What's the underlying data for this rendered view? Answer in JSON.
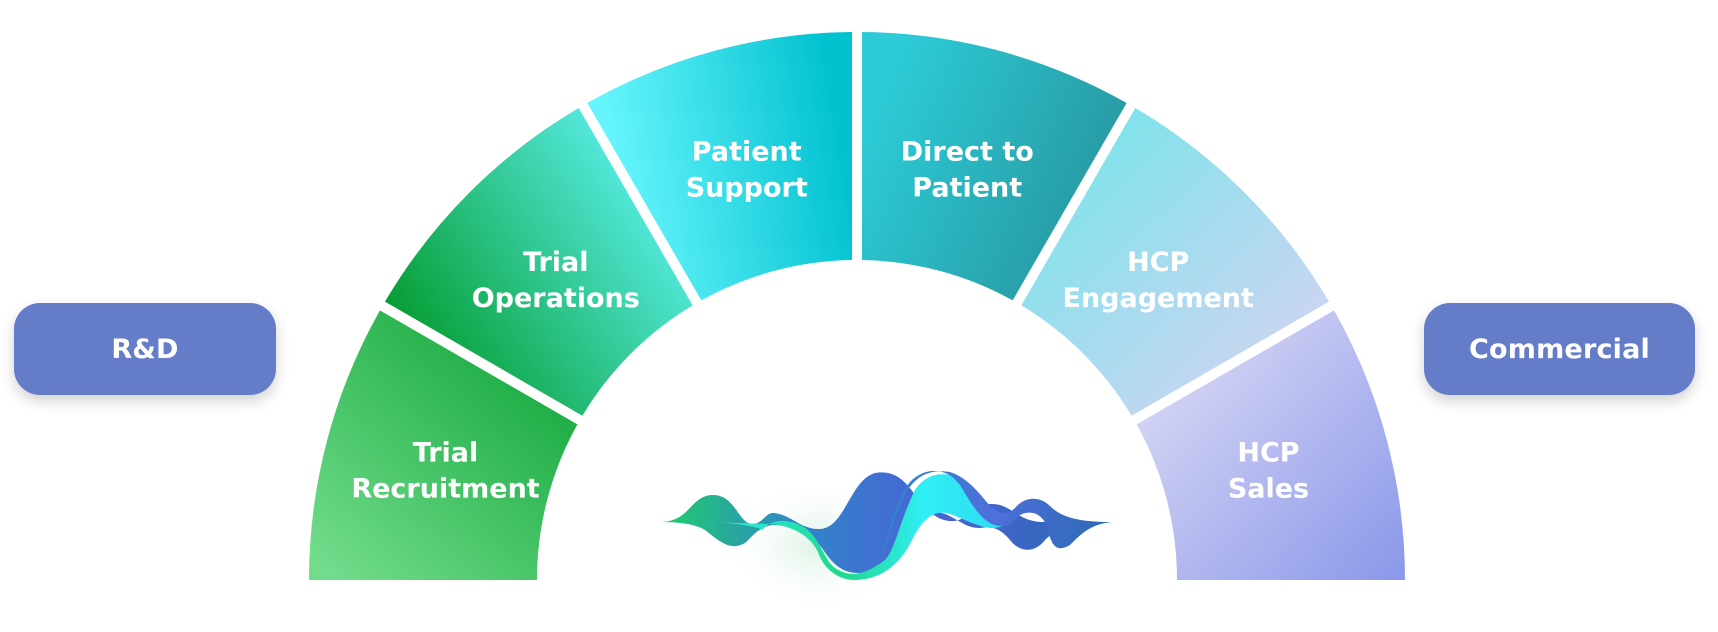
{
  "left_pill": {
    "label": "R&D"
  },
  "right_pill": {
    "label": "Commercial"
  },
  "segments": [
    {
      "id": "trial-recruitment",
      "lines": [
        "Trial",
        "Recruitment"
      ],
      "colors": [
        "#72dc8c",
        "#12a63a"
      ]
    },
    {
      "id": "trial-operations",
      "lines": [
        "Trial",
        "Operations"
      ],
      "colors": [
        "#049b2e",
        "#62f7fc"
      ]
    },
    {
      "id": "patient-support",
      "lines": [
        "Patient",
        "Support"
      ],
      "colors": [
        "#66f5fc",
        "#02c2d0"
      ]
    },
    {
      "id": "direct-to-patient",
      "lines": [
        "Direct to",
        "Patient"
      ],
      "colors": [
        "#2ccbd6",
        "#27959e"
      ]
    },
    {
      "id": "hcp-engagement",
      "lines": [
        "HCP",
        "Engagement"
      ],
      "colors": [
        "#78e4ea",
        "#d6d3f2"
      ]
    },
    {
      "id": "hcp-sales",
      "lines": [
        "HCP",
        "Sales"
      ],
      "colors": [
        "#d6d6f4",
        "#8c99ea"
      ]
    }
  ],
  "colors": {
    "pill": "#657cc8",
    "wave_green": "#1fd98a",
    "wave_cyan": "#30eef6",
    "wave_blue": "#4a63d6"
  }
}
